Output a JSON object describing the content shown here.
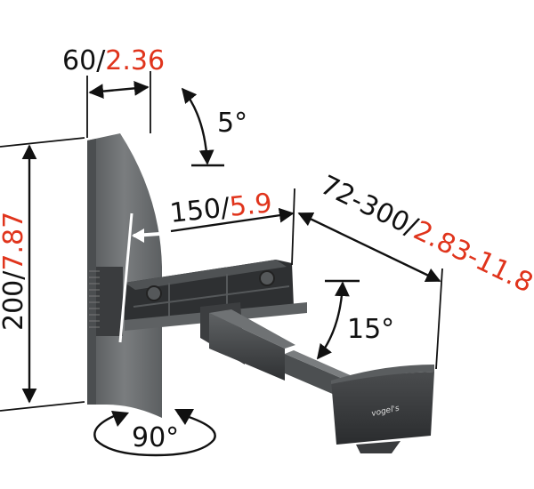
{
  "diagram": {
    "subject": "Speaker wall bracket with telescopic arm",
    "brand_mark": "vogel's",
    "colors": {
      "metric_text": "#111111",
      "imperial_text": "#e0341c",
      "product_body": "#6b6e70",
      "product_dark": "#2e3032",
      "lines": "#111111"
    },
    "dimensions": {
      "plate_width": {
        "metric": "60",
        "separator": "/",
        "imperial": "2.36"
      },
      "plate_height": {
        "metric": "200",
        "separator": "/",
        "imperial": "7.87"
      },
      "arm_depth": {
        "metric": "150",
        "separator": "/",
        "imperial": "5.9"
      },
      "arm_extension": {
        "metric": "72-300",
        "separator": "/",
        "imperial": "2.83-11.8"
      }
    },
    "angles": {
      "wall_tilt": "5°",
      "arm_tilt": "15°",
      "swivel": "90°"
    }
  }
}
